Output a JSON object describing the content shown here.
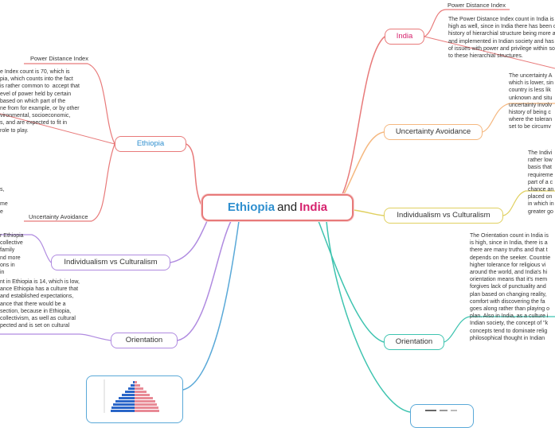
{
  "central": {
    "part1": "Ethiopia",
    "part2": "and",
    "part3": "India"
  },
  "branches": {
    "ethiopia": "Ethiopia",
    "india": "India",
    "uncertainty_avoidance": "Uncertainty Avoidance",
    "individualism_right": "Individualism vs Culturalism",
    "individualism_left": "Individualism vs Culturalism",
    "orientation_left": "Orientation",
    "orientation_right": "Orientation"
  },
  "labels": {
    "power_distance_left": "Power Distance Index",
    "uncertainty_left": "Uncertainty Avoidance",
    "power_distance_right": "Power Distance Index"
  },
  "texts": {
    "ethiopia_pdi": "e Index count is 70, which is\npia, which counts into the fact\nis rather common to  accept that\nevel of power held by certain\nbased on which part of the\nne from for example, or by other\nvironmental, socioeconomic,\ns, and are expected to fit in\nrole to play.",
    "ethiopia_ua_fragment": "s,\n\nme\ne",
    "ethiopia_ivc": "r Ethiopia\ncollective\nfamily\nnd more\nons in\nin",
    "ethiopia_orientation": "nt in Ethiopia is 14, which is low,\nance Ethiopia has a culture that\nand established expectations,\nance that there would be a\nsection, because in Ethiopia,\ncollectivism, as well as cultural\npected and is set on cultural",
    "india_pdi": "The Power Distance Index count in India is\nhigh as well, since in India there has been c\nhistory of hierarchial structure being more a\nand implemented in Indian society and has\nof issues with power and privilege within so\nto these hierarchial structures.",
    "india_ua": "The uncertainty A\nwhich is lower, sin\ncountry is less lik\nunknown and situ\nuncertainty involv\nhistory of being c\nwhere the toleran\nset to be circumv",
    "india_ivc": "The Indivi\nrather low\nbasis that\nrequireme\npart of a c\nchance an\nplaced on\nin which in\ngreater go",
    "india_orientation": "The Orientation count in India is\nis high, since in India, there is a\nthere are many truths and that t\ndepends on the seeker. Countrie\nhigher tolerance for religious vi\naround the world, and India's hi\norientation means that it's mem\nforgives lack of punctuality and\nplan based on changing reality,\ncomfort with discovering the fa\ngoes along rather than playing o\nplan. Also in India, as a culture i\nIndian society, the concept of \"k\nconcepts tend to dominate relig\nphilosophical thought in Indian"
  },
  "colors": {
    "red": "#e87a7a",
    "orange": "#f5b880",
    "yellow": "#e0d060",
    "purple": "#b08be0",
    "teal": "#3fc4b0",
    "blue": "#5aa9d8",
    "ethiopia_text": "#2f8fcf",
    "india_text": "#d6236e"
  }
}
